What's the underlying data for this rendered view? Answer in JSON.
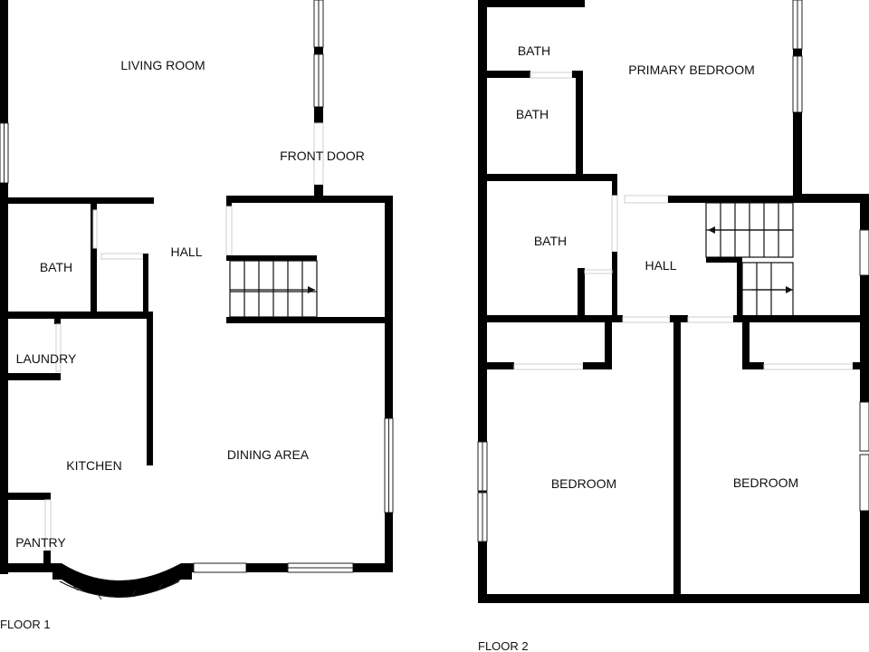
{
  "floor1": {
    "caption": "FLOOR 1",
    "rooms": {
      "living_room": "LIVING ROOM",
      "front_door": "FRONT DOOR",
      "bath": "BATH",
      "hall": "HALL",
      "laundry": "LAUNDRY",
      "kitchen": "KITCHEN",
      "dining_area": "DINING AREA",
      "pantry": "PANTRY"
    }
  },
  "floor2": {
    "caption": "FLOOR 2",
    "rooms": {
      "bath_a": "BATH",
      "bath_b": "BATH",
      "bath_c": "BATH",
      "primary_bedroom": "PRIMARY BEDROOM",
      "hall": "HALL",
      "bedroom_left": "BEDROOM",
      "bedroom_right": "BEDROOM"
    }
  },
  "colors": {
    "wall": "#000000",
    "background": "#ffffff"
  }
}
